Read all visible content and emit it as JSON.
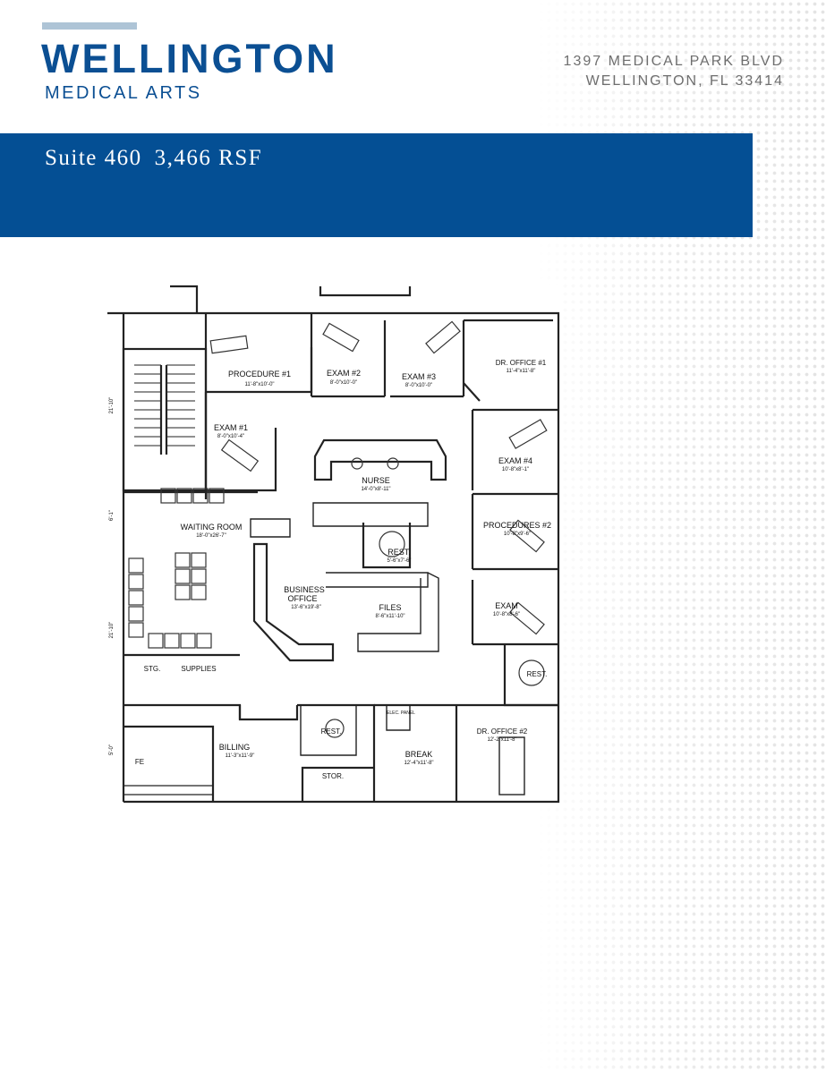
{
  "brand": {
    "name": "WELLINGTON",
    "subtitle": "MEDICAL ARTS"
  },
  "address": {
    "line1": "1397 MEDICAL PARK BLVD",
    "line2": "WELLINGTON, FL 33414"
  },
  "banner": {
    "suite": "Suite 460",
    "area": "3,466 RSF"
  },
  "floor_plan": {
    "rooms": [
      {
        "name": "PROCEDURE #1",
        "dims": "11'-8\"x10'-0\""
      },
      {
        "name": "EXAM #2",
        "dims": "8'-0\"x10'-0\""
      },
      {
        "name": "EXAM #3",
        "dims": "8'-0\"x10'-0\""
      },
      {
        "name": "DR. OFFICE #1",
        "dims": "11'-4\"x11'-8\""
      },
      {
        "name": "EXAM #1",
        "dims": "8'-0\"x10'-4\""
      },
      {
        "name": "NURSE",
        "dims": "14'-0\"x8'-11\""
      },
      {
        "name": "EXAM #4",
        "dims": "10'-8\"x8'-1\""
      },
      {
        "name": "WAITING ROOM",
        "dims": "18'-0\"x26'-7\""
      },
      {
        "name": "PROCEDURES #2",
        "dims": "10'-8\"x9'-6\""
      },
      {
        "name": "REST.",
        "dims": "5'-6\"x7'-6\""
      },
      {
        "name": "BUSINESS",
        "dims": ""
      },
      {
        "name": "OFFICE",
        "dims": "13'-6\"x19'-8\""
      },
      {
        "name": "FILES",
        "dims": "8'-6\"x11'-10\""
      },
      {
        "name": "EXAM",
        "dims": "10'-8\"x8'-6\""
      },
      {
        "name": "STG.",
        "dims": ""
      },
      {
        "name": "SUPPLIES",
        "dims": ""
      },
      {
        "name": "REST.",
        "dims": ""
      },
      {
        "name": "REST.",
        "dims": ""
      },
      {
        "name": "ELEC. PANEL",
        "dims": ""
      },
      {
        "name": "DR. OFFICE #2",
        "dims": "12'-2\"x11'-8\""
      },
      {
        "name": "BILLING",
        "dims": "11'-3\"x11'-9\""
      },
      {
        "name": "BREAK",
        "dims": "12'-4\"x11'-8\""
      },
      {
        "name": "STOR.",
        "dims": ""
      },
      {
        "name": "FE",
        "dims": ""
      }
    ],
    "side_dims": [
      "21'-10\"",
      "6'-1\"",
      "21'-10\"",
      "5'-0\""
    ]
  }
}
